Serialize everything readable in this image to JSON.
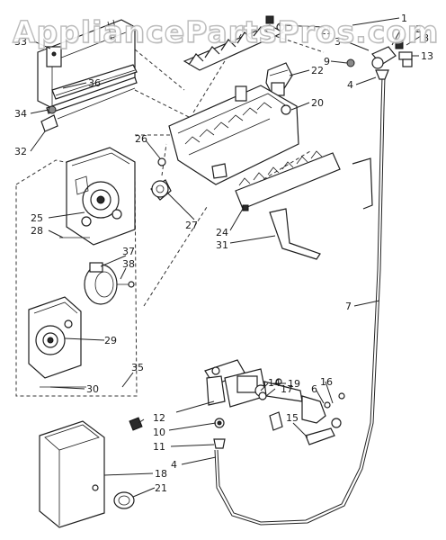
{
  "watermark": "AppliancePartsPros.com",
  "callouts": [
    {
      "id": "c1",
      "text": "1"
    },
    {
      "id": "c2",
      "text": "2"
    },
    {
      "id": "c21a",
      "text": "21"
    },
    {
      "id": "c3",
      "text": "3"
    },
    {
      "id": "c8",
      "text": "8"
    },
    {
      "id": "c33",
      "text": "33"
    },
    {
      "id": "c9",
      "text": "9"
    },
    {
      "id": "c13",
      "text": "13"
    },
    {
      "id": "c22",
      "text": "22"
    },
    {
      "id": "c4a",
      "text": "4"
    },
    {
      "id": "c36",
      "text": "36"
    },
    {
      "id": "c34",
      "text": "34"
    },
    {
      "id": "c20",
      "text": "20"
    },
    {
      "id": "c32",
      "text": "32"
    },
    {
      "id": "c26",
      "text": "26"
    },
    {
      "id": "c25",
      "text": "25"
    },
    {
      "id": "c28",
      "text": "28"
    },
    {
      "id": "c27",
      "text": "27"
    },
    {
      "id": "c24",
      "text": "24"
    },
    {
      "id": "c31",
      "text": "31"
    },
    {
      "id": "c37",
      "text": "37"
    },
    {
      "id": "c38",
      "text": "38"
    },
    {
      "id": "c7",
      "text": "7"
    },
    {
      "id": "c29",
      "text": "29"
    },
    {
      "id": "c30",
      "text": "30"
    },
    {
      "id": "c35",
      "text": "35"
    },
    {
      "id": "c19",
      "text": "19"
    },
    {
      "id": "c14",
      "text": "14"
    },
    {
      "id": "c17",
      "text": "17"
    },
    {
      "id": "c6",
      "text": "6"
    },
    {
      "id": "c16",
      "text": "16"
    },
    {
      "id": "c12",
      "text": "12"
    },
    {
      "id": "c10",
      "text": "10"
    },
    {
      "id": "c11",
      "text": "11"
    },
    {
      "id": "c15",
      "text": "15"
    },
    {
      "id": "c4b",
      "text": "4"
    },
    {
      "id": "c18",
      "text": "18"
    },
    {
      "id": "c21b",
      "text": "21"
    }
  ]
}
